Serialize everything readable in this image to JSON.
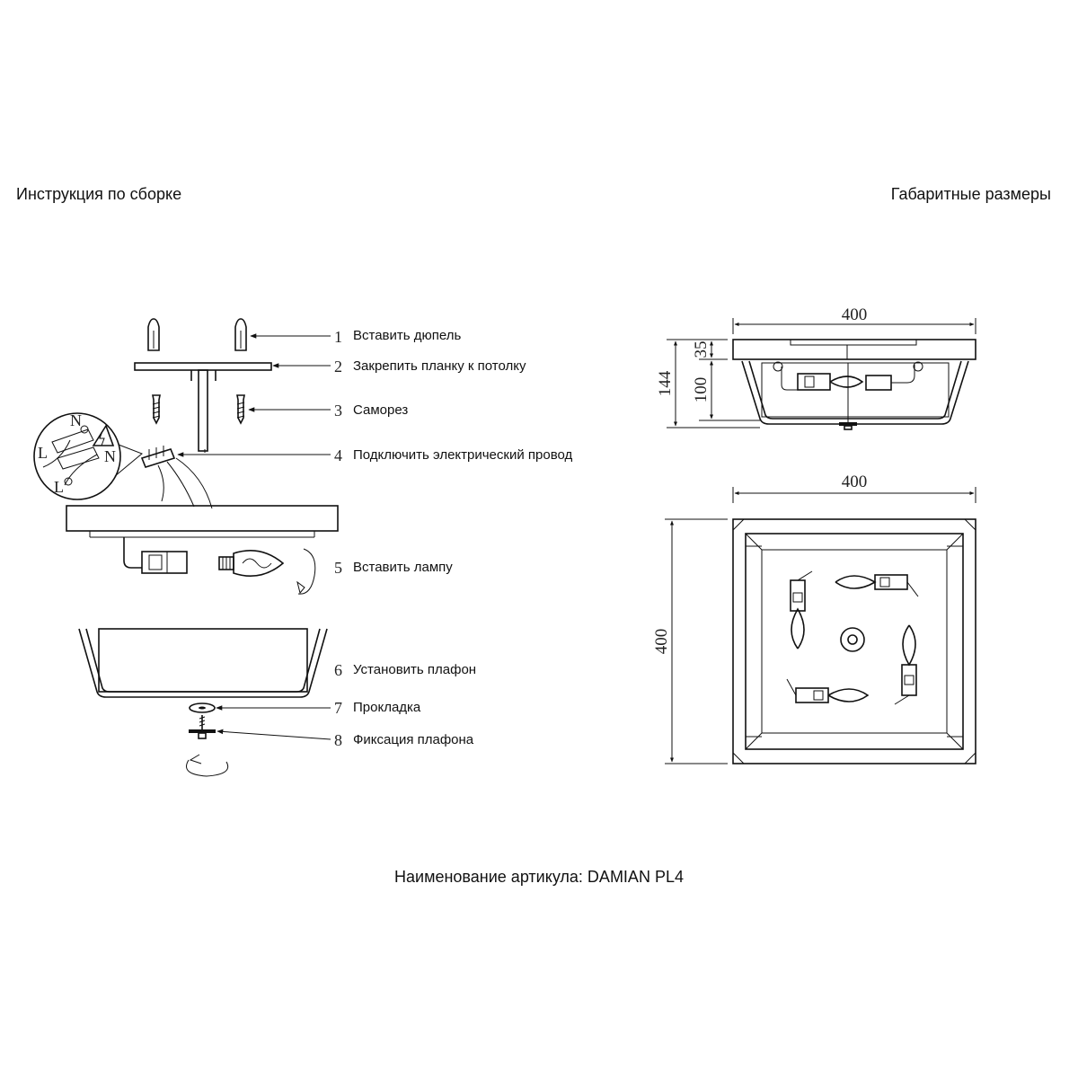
{
  "headings": {
    "assembly": "Инструкция по сборке",
    "dimensions": "Габаритные размеры"
  },
  "steps": [
    {
      "num": "1",
      "label": "Вставить дюпель"
    },
    {
      "num": "2",
      "label": "Закрепить планку к потолку"
    },
    {
      "num": "3",
      "label": "Саморез"
    },
    {
      "num": "4",
      "label": "Подключить электрический провод"
    },
    {
      "num": "5",
      "label": "Вставить лампу"
    },
    {
      "num": "6",
      "label": "Установить плафон"
    },
    {
      "num": "7",
      "label": "Прокладка"
    },
    {
      "num": "8",
      "label": "Фиксация плафона"
    }
  ],
  "wiring": {
    "n1": "N",
    "n2": "N",
    "l1": "L",
    "l2": "L"
  },
  "dimensions": {
    "side_width": "400",
    "side_height_total": "144",
    "side_base": "35",
    "side_shade": "100",
    "top_width": "400",
    "top_height": "400"
  },
  "footer": "Наименование артикула: DAMIAN PL4"
}
